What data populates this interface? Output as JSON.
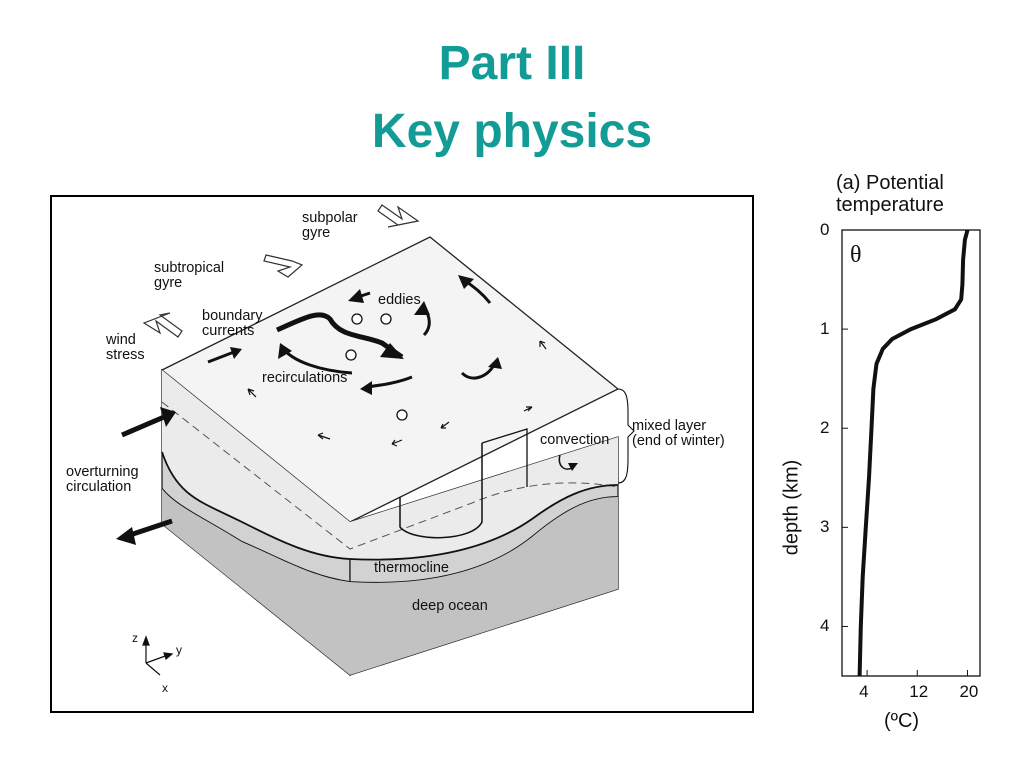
{
  "slide": {
    "title_line1": "Part III",
    "title_line2": "Key physics"
  },
  "diagram": {
    "labels": {
      "subpolar_gyre": "subpolar\ngyre",
      "subtropical_gyre": "subtropical\ngyre",
      "wind_stress": "wind\nstress",
      "boundary_currents": "boundary\ncurrents",
      "eddies": "eddies",
      "recirculations": "recirculations",
      "overturning_circulation": "overturning\ncirculation",
      "convection": "convection",
      "mixed_layer": "mixed layer\n(end of winter)",
      "thermocline": "thermocline",
      "deep_ocean": "deep ocean",
      "axis_z": "z",
      "axis_y": "y",
      "axis_x": "x"
    }
  },
  "profile_panel": {
    "title": "(a) Potential\ntemperature",
    "symbol": "θ",
    "ylabel": "depth (km)",
    "xlabel": "(ºC)",
    "xticks": [
      "4",
      "12",
      "20"
    ],
    "yticks": [
      "0",
      "1",
      "2",
      "3",
      "4"
    ]
  },
  "chart_data": {
    "type": "line",
    "title": "(a) Potential temperature",
    "xlabel": "(ºC)",
    "ylabel": "depth (km)",
    "xlim": [
      0,
      22
    ],
    "ylim": [
      4.5,
      0
    ],
    "xticks": [
      4,
      12,
      20
    ],
    "yticks": [
      0,
      1,
      2,
      3,
      4
    ],
    "series": [
      {
        "x": [
          20.0,
          19.6,
          19.3,
          19.2,
          19.0,
          18.0,
          15.0,
          11.0,
          8.0,
          6.5,
          5.5,
          5.0,
          4.7,
          4.3,
          3.8,
          3.3,
          3.0,
          2.8
        ],
        "y": [
          0.0,
          0.1,
          0.3,
          0.55,
          0.7,
          0.8,
          0.9,
          1.0,
          1.1,
          1.2,
          1.35,
          1.6,
          2.0,
          2.5,
          3.0,
          3.5,
          4.0,
          4.5
        ]
      }
    ]
  }
}
